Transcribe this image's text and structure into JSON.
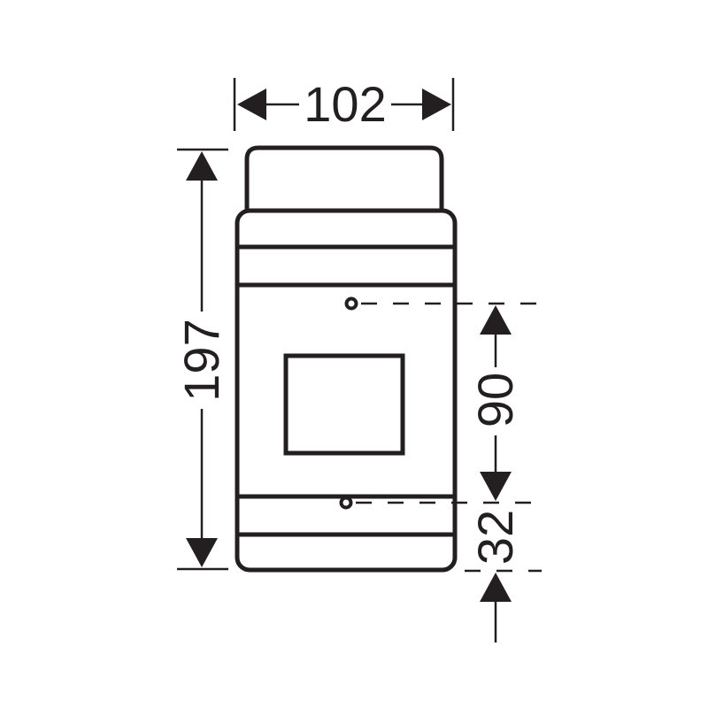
{
  "diagram": {
    "type": "technical-dimension-drawing",
    "subject": "enclosure front view",
    "colors": {
      "line": "#231f20",
      "background": "#ffffff"
    },
    "dimensions": {
      "width": {
        "label": "102",
        "orientation": "horizontal"
      },
      "height": {
        "label": "197",
        "orientation": "vertical"
      },
      "hole_spacing": {
        "label": "90",
        "orientation": "vertical"
      },
      "bottom_offset": {
        "label": "32",
        "orientation": "vertical"
      }
    },
    "features": [
      {
        "name": "cap",
        "shape": "rounded-rectangle"
      },
      {
        "name": "body",
        "shape": "rounded-rectangle"
      },
      {
        "name": "viewing-window",
        "shape": "rectangle"
      },
      {
        "name": "upper-mounting-hole",
        "shape": "circle"
      },
      {
        "name": "lower-mounting-hole",
        "shape": "circle"
      }
    ]
  }
}
